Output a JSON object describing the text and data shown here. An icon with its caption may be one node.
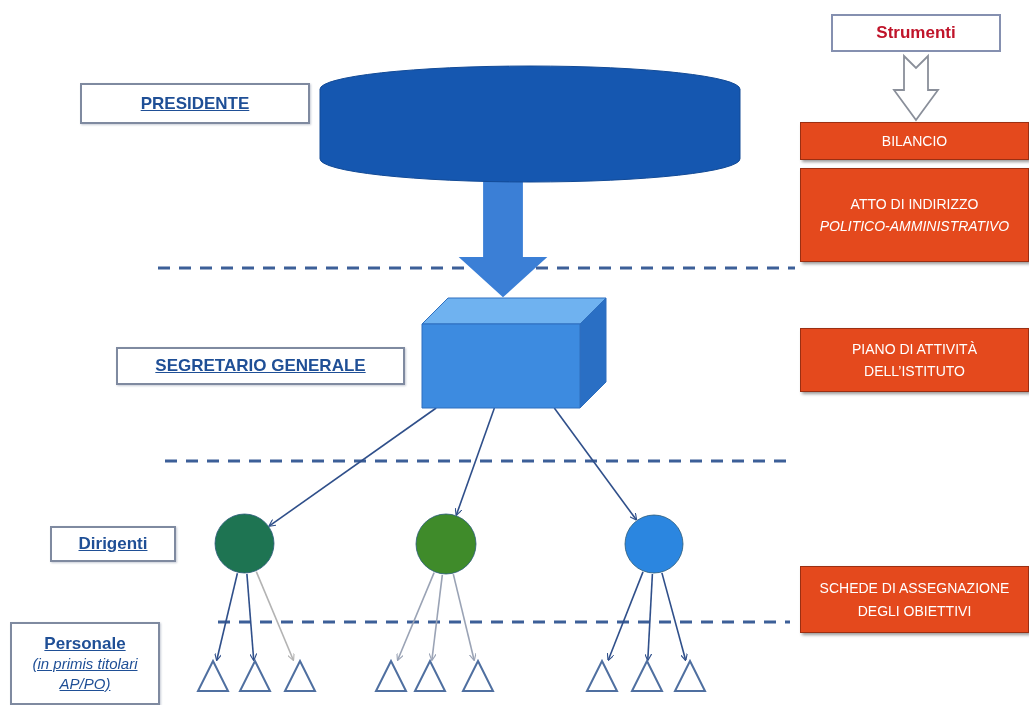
{
  "diagram": {
    "nodes": [
      {
        "text": [
          "Strumenti"
        ]
      },
      {
        "text": [
          "BILANCIO"
        ]
      },
      {
        "text": [
          "ATTO DI INDIRIZZO",
          "POLITICO-AMMINISTRATIVO"
        ]
      },
      {
        "text": [
          "PIANO DI ATTIVITÀ DELL’ISTITUTO"
        ]
      },
      {
        "text": [
          "SCHEDE DI ASSEGNAZIONE DEGLI OBIETTIVI"
        ]
      },
      {
        "text": [
          "PRESIDENTE"
        ]
      },
      {
        "text": [],
        "shape": "cylinder"
      },
      {
        "text": [
          "SEGRETARIO GENERALE"
        ]
      },
      {
        "text": [],
        "shape": "box"
      },
      {
        "text": [
          "Dirigenti"
        ]
      },
      {
        "text": [],
        "shape": "circle"
      },
      {
        "text": [],
        "shape": "circle"
      },
      {
        "text": [],
        "shape": "circle"
      },
      {
        "text": [
          "Personale",
          "(in primis titolari AP/PO)"
        ]
      },
      {
        "text": [],
        "shape": "triangle"
      },
      {
        "text": [],
        "shape": "triangle"
      },
      {
        "text": [],
        "shape": "triangle"
      },
      {
        "text": [],
        "shape": "triangle"
      },
      {
        "text": [],
        "shape": "triangle"
      },
      {
        "text": [],
        "shape": "triangle"
      },
      {
        "text": [],
        "shape": "triangle"
      },
      {
        "text": [],
        "shape": "triangle"
      },
      {
        "text": [],
        "shape": "triangle"
      }
    ],
    "edges": [
      {
        "from": 0,
        "to": 1,
        "arrow": "to",
        "style": "thick"
      },
      {
        "from": 6,
        "to": 8,
        "arrow": "to",
        "style": "thick",
        "color": "#3b7fd6"
      },
      {
        "from": 8,
        "to": 10,
        "arrow": "to"
      },
      {
        "from": 8,
        "to": 11,
        "arrow": "to"
      },
      {
        "from": 8,
        "to": 12,
        "arrow": "to"
      },
      {
        "from": 10,
        "to": 14,
        "arrow": "to"
      },
      {
        "from": 10,
        "to": 15,
        "arrow": "to"
      },
      {
        "from": 10,
        "to": 16,
        "arrow": "to",
        "color": "#b3b3b3"
      },
      {
        "from": 11,
        "to": 17,
        "arrow": "to",
        "color": "#9aa3b5"
      },
      {
        "from": 11,
        "to": 18,
        "arrow": "to",
        "color": "#9aa3b5"
      },
      {
        "from": 11,
        "to": 19,
        "arrow": "to",
        "color": "#9aa3b5"
      },
      {
        "from": 12,
        "to": 20,
        "arrow": "to"
      },
      {
        "from": 12,
        "to": 21,
        "arrow": "to"
      },
      {
        "from": 12,
        "to": 22,
        "arrow": "to"
      }
    ]
  }
}
